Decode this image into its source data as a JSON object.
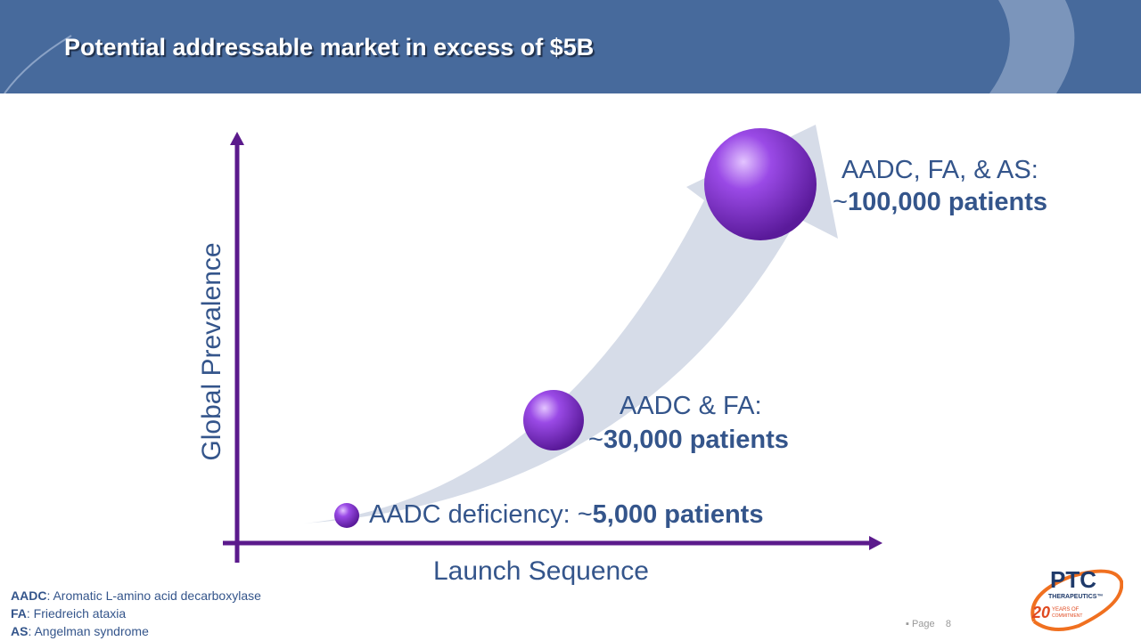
{
  "header": {
    "title": "Potential addressable market in excess of $5B"
  },
  "diagram": {
    "y_axis_label": "Global Prevalence",
    "x_axis_label": "Launch Sequence",
    "stages": [
      {
        "label": "AADC deficiency: ~",
        "patients": "5,000 patients"
      },
      {
        "label": "AADC & FA:",
        "prefix": "~",
        "patients": "30,000 patients"
      },
      {
        "label": "AADC, FA, & AS:",
        "prefix": "~",
        "patients": "100,000 patients"
      }
    ],
    "colors": {
      "axis": "#5b1a8c",
      "sphere": "#8a3ad6",
      "text": "#34558b",
      "header": "#476a9c",
      "arrow": "#d6dce8"
    }
  },
  "legend": [
    {
      "abbr": "AADC",
      "text": ": Aromatic L-amino acid decarboxylase"
    },
    {
      "abbr": "FA",
      "text": ": Friedreich ataxia"
    },
    {
      "abbr": "AS",
      "text": ": Angelman syndrome"
    }
  ],
  "footer": {
    "page_label": "Page",
    "page_number": "8"
  },
  "logo": {
    "name": "PTC",
    "sub": "THERAPEUTICS",
    "years": "20",
    "tagline": "YEARS OF COMMITMENT"
  }
}
